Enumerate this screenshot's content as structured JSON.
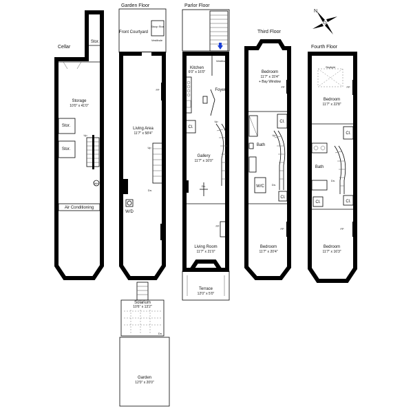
{
  "floors": {
    "cellar": "Cellar",
    "garden": "Garden Floor",
    "parlor": "Parlor Floor",
    "third": "Third Floor",
    "fourth": "Fourth Floor"
  },
  "rooms": {
    "cellar_stor_top": "Stor.",
    "cellar_storage": "Storage",
    "cellar_storage_dim": "10'0\" x 41'0\"",
    "cellar_stor_1": "Stor.",
    "cellar_stor_2": "Stor.",
    "cellar_up": "Up",
    "cellar_wh": "WH",
    "air_conditioning": "Air Conditioning",
    "front_courtyard": "Front Courtyard",
    "stoop_stor": "Stoop Stor.",
    "vestibule_garden": "Vestibule",
    "living_area": "Living Area",
    "living_area_dim": "11'7\" x 58'4\"",
    "garden_up": "Up",
    "garden_dn": "Dn.",
    "garden_fp": "FP",
    "wd": "W/D",
    "solarium": "Solarium",
    "solarium_dim": "10'6\" x 13'2\"",
    "garden": "Garden",
    "garden_dim": "12'0\" x 20'0\"",
    "garden_dn2": "Dn.",
    "vestibule_parlor": "Vestibule",
    "kitchen": "Kitchen",
    "kitchen_dim": "6'0\" x 16'0\"",
    "foyer": "Foyer",
    "parlor_cl": "Cl.",
    "gallery": "Gallery",
    "gallery_dim": "11'7\" x 16'0\"",
    "parlor_up": "Up",
    "parlor_dn": "Dn.",
    "living_room": "Living Room",
    "living_room_dim": "11'7\" x 21'0\"",
    "parlor_fp": "FP",
    "terrace": "Terrace",
    "terrace_dim": "12'0\" x 5'0\"",
    "third_bedroom_1": "Bedroom",
    "third_bedroom_1_dim": "11'7\" x 15'4\"",
    "third_bedroom_1_note": "+ Bay Window",
    "third_fp1": "FP",
    "third_cl1": "Cl.",
    "third_bath": "Bath",
    "third_wic": "W/C",
    "third_up": "Up",
    "third_dn": "Dn.",
    "third_cl2": "Cl.",
    "third_bedroom_2": "Bedroom",
    "third_bedroom_2_dim": "11'7\" x 20'4\"",
    "third_fp2": "FP",
    "skylight": "Skylight",
    "fourth_fp1": "FP",
    "fourth_bedroom_1": "Bedroom",
    "fourth_bedroom_1_dim": "11'7\" x 22'8\"",
    "fourth_cl1": "Cl.",
    "fourth_bath": "Bath",
    "fourth_dn": "Dn.",
    "fourth_cl2": "Cl.",
    "fourth_cl3": "Cl.",
    "fourth_bedroom_2": "Bedroom",
    "fourth_bedroom_2_dim": "11'7\" x 16'3\"",
    "fourth_fp2": "FP"
  },
  "compass": {
    "north": "N"
  },
  "colors": {
    "wall": "#000000",
    "accent_arrow": "#1a3fd6"
  }
}
